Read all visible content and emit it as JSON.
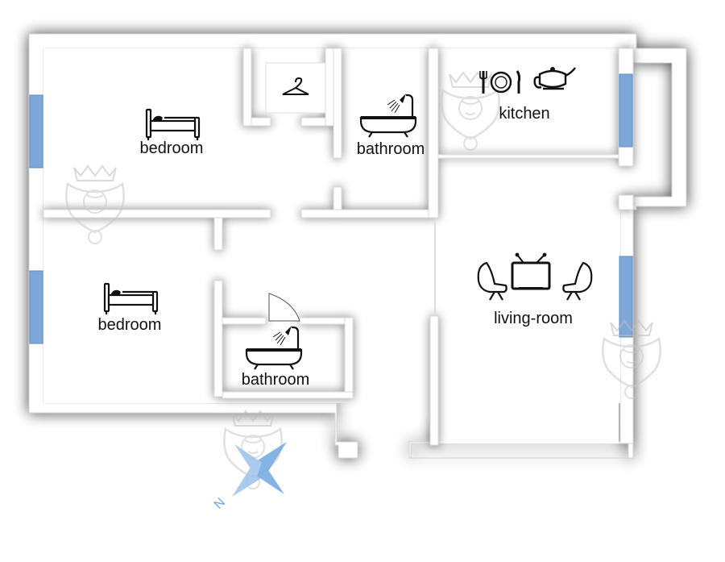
{
  "colors": {
    "wall": "#ffffff",
    "wall_stroke": "#d4d4d4",
    "shadow": "#8a8a8a",
    "window": "#7ea7d8",
    "floor": "#ffffff",
    "icon": "#111111",
    "watermark": "#c9c9c9",
    "compass": "#6fa8e0"
  },
  "rooms": {
    "bedroom_top": {
      "label": "bedroom",
      "icon": "bed-icon"
    },
    "bedroom_bottom": {
      "label": "bedroom",
      "icon": "bed-icon"
    },
    "bathroom_top": {
      "label": "bathroom",
      "icon": "bathtub-icon"
    },
    "bathroom_bottom": {
      "label": "bathroom",
      "icon": "bathtub-icon"
    },
    "kitchen": {
      "label": "kitchen",
      "icons": [
        "plate-cutlery-icon",
        "teapot-icon"
      ]
    },
    "living_room": {
      "label": "living-room",
      "icons": [
        "armchair-icon",
        "tv-icon",
        "armchair-icon"
      ]
    },
    "wardrobe": {
      "icon": "hanger-icon"
    }
  },
  "compass": {
    "label": "N",
    "icon": "compass-icon"
  },
  "watermark": {
    "icon": "lion-crest-icon"
  }
}
